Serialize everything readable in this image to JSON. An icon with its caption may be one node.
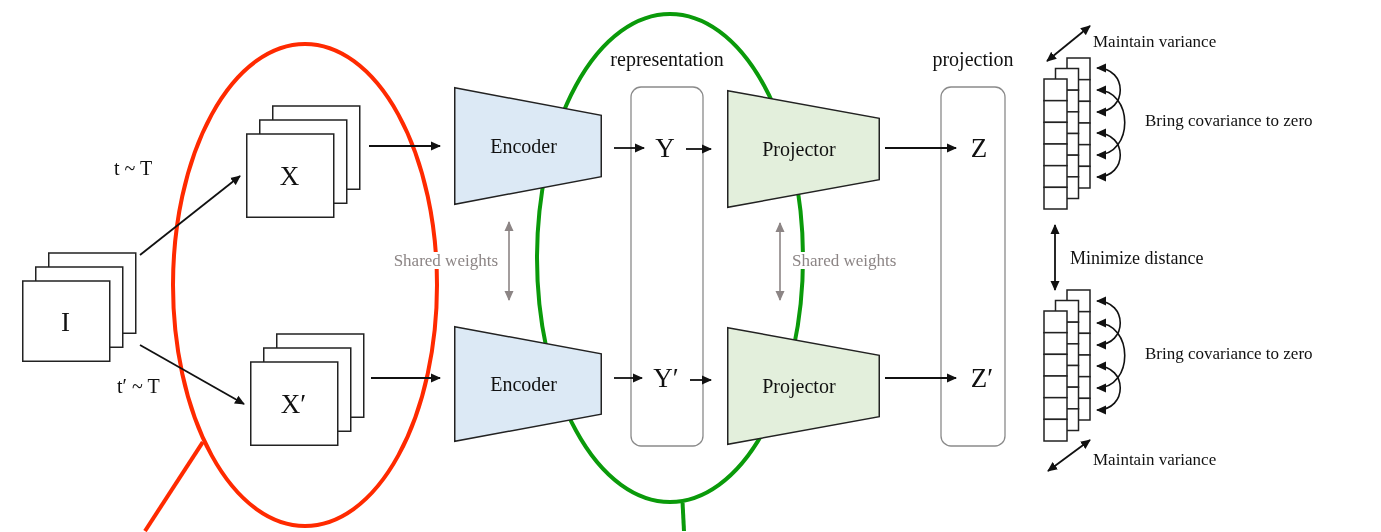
{
  "diagram": {
    "nodes": [
      {
        "text": [
          "I"
        ]
      },
      {
        "text": [],
        "shape": "ellipse"
      },
      {
        "text": [
          "X"
        ],
        "in": 1
      },
      {
        "text": [
          "X′"
        ],
        "in": 1
      },
      {
        "text": [
          "Encoder"
        ]
      },
      {
        "text": [
          "Encoder"
        ]
      },
      {
        "text": [],
        "shape": "ellipse"
      },
      {
        "text": [
          "representation"
        ],
        "in": 6
      },
      {
        "text": [
          "Y"
        ],
        "in": 7
      },
      {
        "text": [
          "Y′"
        ],
        "in": 7
      },
      {
        "text": [
          "Projector"
        ]
      },
      {
        "text": [
          "Projector"
        ]
      },
      {
        "text": [
          "projection"
        ]
      },
      {
        "text": [
          "Z"
        ],
        "in": 12
      },
      {
        "text": [
          "Z′"
        ],
        "in": 12
      },
      {
        "text": [],
        "shape": "box"
      },
      {
        "text": [],
        "shape": "box"
      }
    ],
    "edges": [
      {
        "from": 0,
        "to": 2,
        "arrow": "to",
        "label": "t ~ T"
      },
      {
        "from": 0,
        "to": 3,
        "arrow": "to",
        "label": "t′ ~ T"
      },
      {
        "from": 2,
        "to": 4,
        "arrow": "to"
      },
      {
        "from": 3,
        "to": 5,
        "arrow": "to"
      },
      {
        "from": 4,
        "to": 8,
        "arrow": "to"
      },
      {
        "from": 5,
        "to": 9,
        "arrow": "to"
      },
      {
        "from": 8,
        "to": 10,
        "arrow": "to"
      },
      {
        "from": 9,
        "to": 11,
        "arrow": "to"
      },
      {
        "from": 10,
        "to": 13,
        "arrow": "to"
      },
      {
        "from": 11,
        "to": 14,
        "arrow": "to"
      },
      {
        "from": 4,
        "to": 5,
        "arrow": "both",
        "label": "Shared weights",
        "color": "#8c8585"
      },
      {
        "from": 10,
        "to": 11,
        "arrow": "both",
        "label": "Shared weights",
        "color": "#8c8585"
      },
      {
        "from": 15,
        "to": 16,
        "arrow": "both",
        "label": "Minimize distance"
      },
      {
        "from": 1,
        "to": null,
        "arrow": "none",
        "style": "thick",
        "color": "#ff2a00"
      },
      {
        "from": 6,
        "to": null,
        "arrow": "none",
        "style": "thick",
        "color": "#0a9a0a"
      }
    ],
    "labels": [
      "Maintain variance",
      "Bring covariance to zero",
      "Bring covariance to zero",
      "Maintain variance"
    ]
  }
}
